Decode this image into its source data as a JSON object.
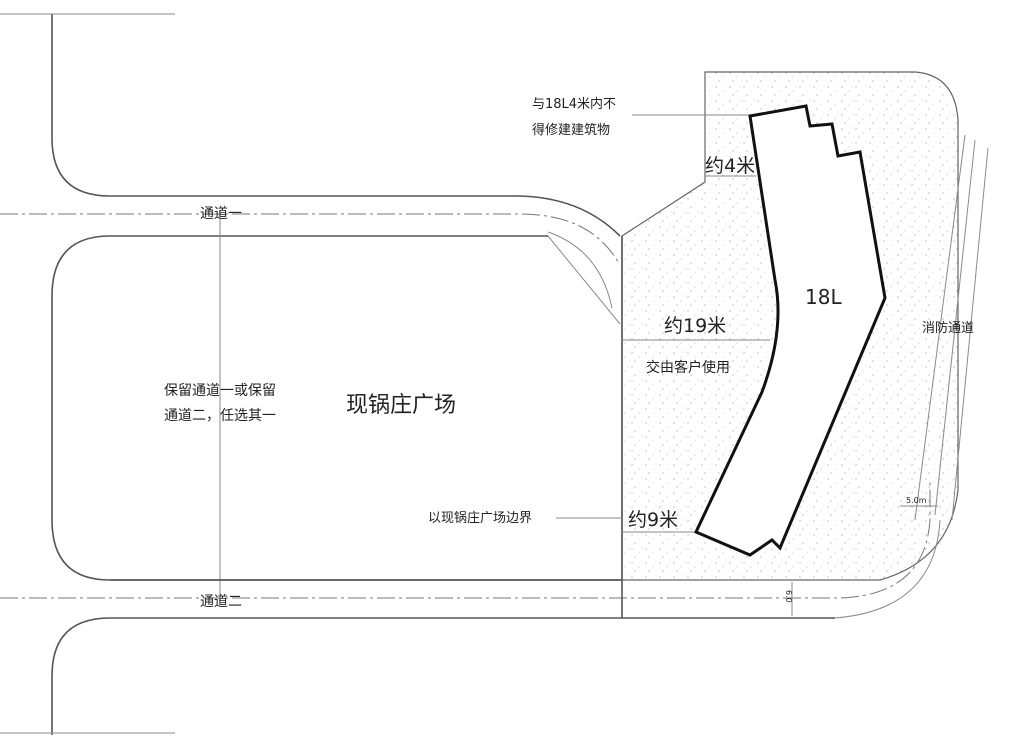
{
  "diagram": {
    "labels": {
      "channel_one": "通道一",
      "channel_two": "通道二",
      "plaza": "现锅庄广场",
      "keep_note_line1": "保留通道一或保留",
      "keep_note_line2": "通道二，任选其一",
      "building": "18L",
      "setback_note_line1": "与18L4米内不",
      "setback_note_line2": "得修建建筑物",
      "dist_4m": "约4米",
      "dist_19m": "约19米",
      "dist_9m": "约9米",
      "hand_over": "交由客户使用",
      "plaza_boundary": "以现锅庄广场边界",
      "fire_lane": "消防通道",
      "dim_right": "5.0m",
      "dim_bottom": "6.0"
    }
  }
}
